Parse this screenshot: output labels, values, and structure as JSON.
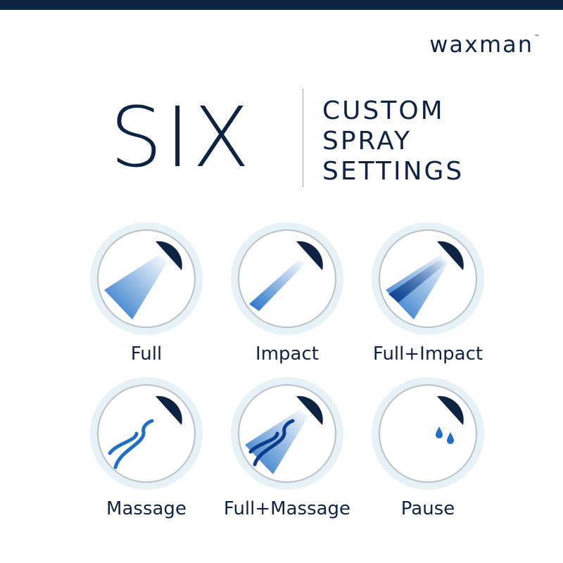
{
  "brand": {
    "name": "waxman",
    "mark": "™"
  },
  "headline": {
    "big": "SIX",
    "lines": [
      "CUSTOM",
      "SPRAY",
      "SETTINGS"
    ]
  },
  "settings": [
    {
      "label": "Full",
      "icon": "full-spray-icon"
    },
    {
      "label": "Impact",
      "icon": "impact-spray-icon"
    },
    {
      "label": "Full+Impact",
      "icon": "full-impact-spray-icon"
    },
    {
      "label": "Massage",
      "icon": "massage-spray-icon"
    },
    {
      "label": "Full+Massage",
      "icon": "full-massage-spray-icon"
    },
    {
      "label": "Pause",
      "icon": "pause-spray-icon"
    }
  ],
  "colors": {
    "navy": "#0d2341",
    "ring_fill": "#e6f2f8",
    "spray_blue": "#1f6fc6",
    "deep_blue": "#0b3c8c"
  }
}
